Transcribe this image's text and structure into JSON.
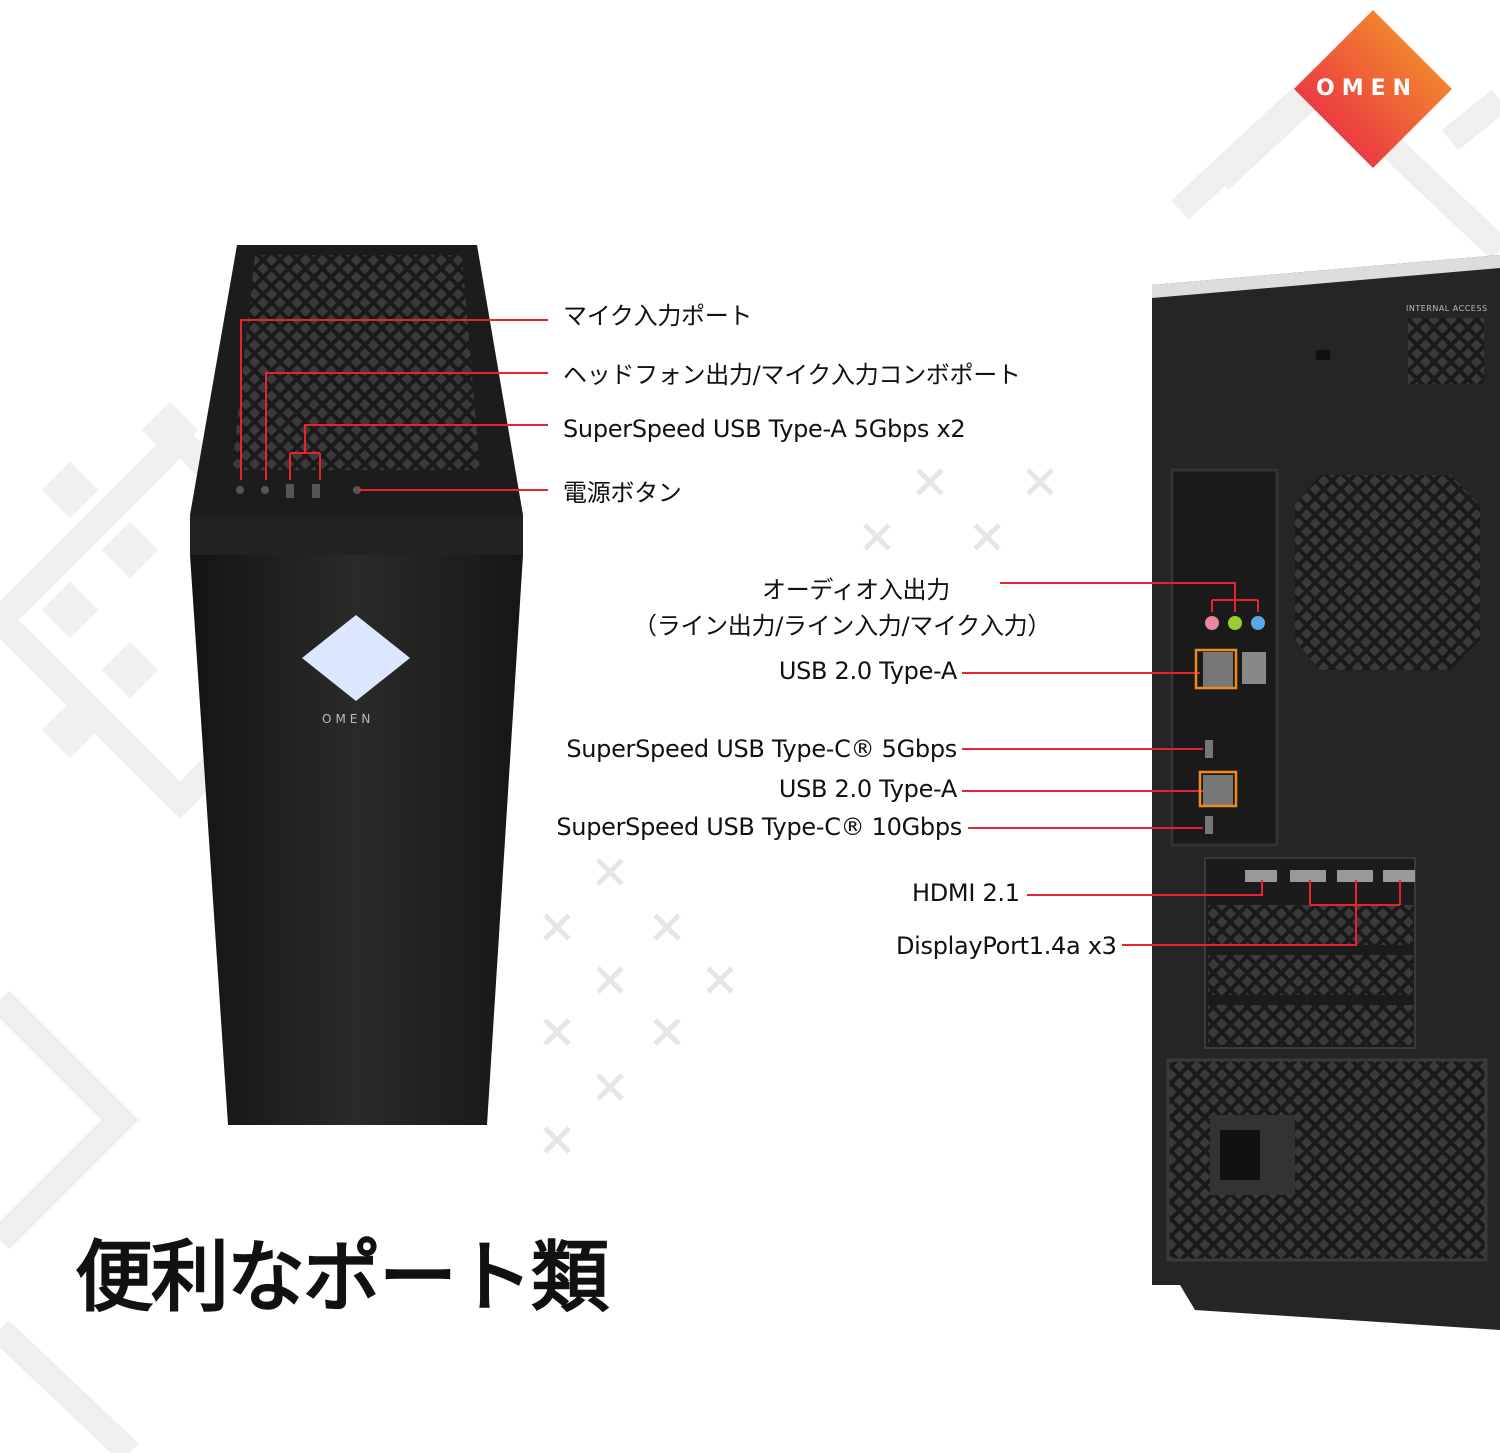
{
  "brand": {
    "logo_text": "OMEN",
    "front_logo_text": "OMEN",
    "accent_start": "#e8184d",
    "accent_end": "#f5a623"
  },
  "heading": "便利なポート類",
  "rear_panel": {
    "internal_access_label": "INTERNAL ACCESS"
  },
  "front_callouts": [
    {
      "label": "マイク入力ポート"
    },
    {
      "label": "ヘッドフォン出力/マイク入力コンボポート"
    },
    {
      "label": "SuperSpeed USB Type-A 5Gbps x2"
    },
    {
      "label": "電源ボタン"
    }
  ],
  "rear_callouts": [
    {
      "label": "オーディオ入出力",
      "sub": "（ライン出力/ライン入力/マイク入力）"
    },
    {
      "label": "USB 2.0 Type-A"
    },
    {
      "label": "SuperSpeed USB Type-C® 5Gbps"
    },
    {
      "label": "USB 2.0 Type-A"
    },
    {
      "label": "SuperSpeed USB Type-C® 10Gbps"
    },
    {
      "label": "HDMI 2.1"
    },
    {
      "label": "DisplayPort1.4a x3"
    }
  ]
}
